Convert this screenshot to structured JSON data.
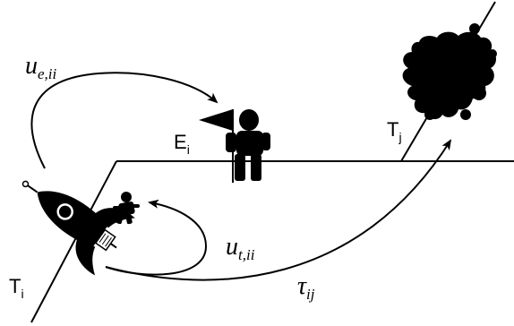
{
  "labels": {
    "T_i": {
      "base": "T",
      "sub": "i"
    },
    "T_j": {
      "base": "T",
      "sub": "j"
    },
    "E_i": {
      "base": "E",
      "sub": "i"
    },
    "u_e_ii": {
      "base": "u",
      "sub": "e,ii"
    },
    "u_t_ii": {
      "base": "u",
      "sub": "t,ii"
    },
    "tau_ij": {
      "base": "τ",
      "sub": "ij"
    }
  },
  "colors": {
    "ink": "#000000",
    "background": "#ffffff"
  },
  "icons": {
    "rocket": "rocket-icon",
    "astronaut_small": "astronaut-small-icon",
    "astronaut_flag": "astronaut-with-flag-icon",
    "asteroid": "asteroid-blob-icon"
  }
}
